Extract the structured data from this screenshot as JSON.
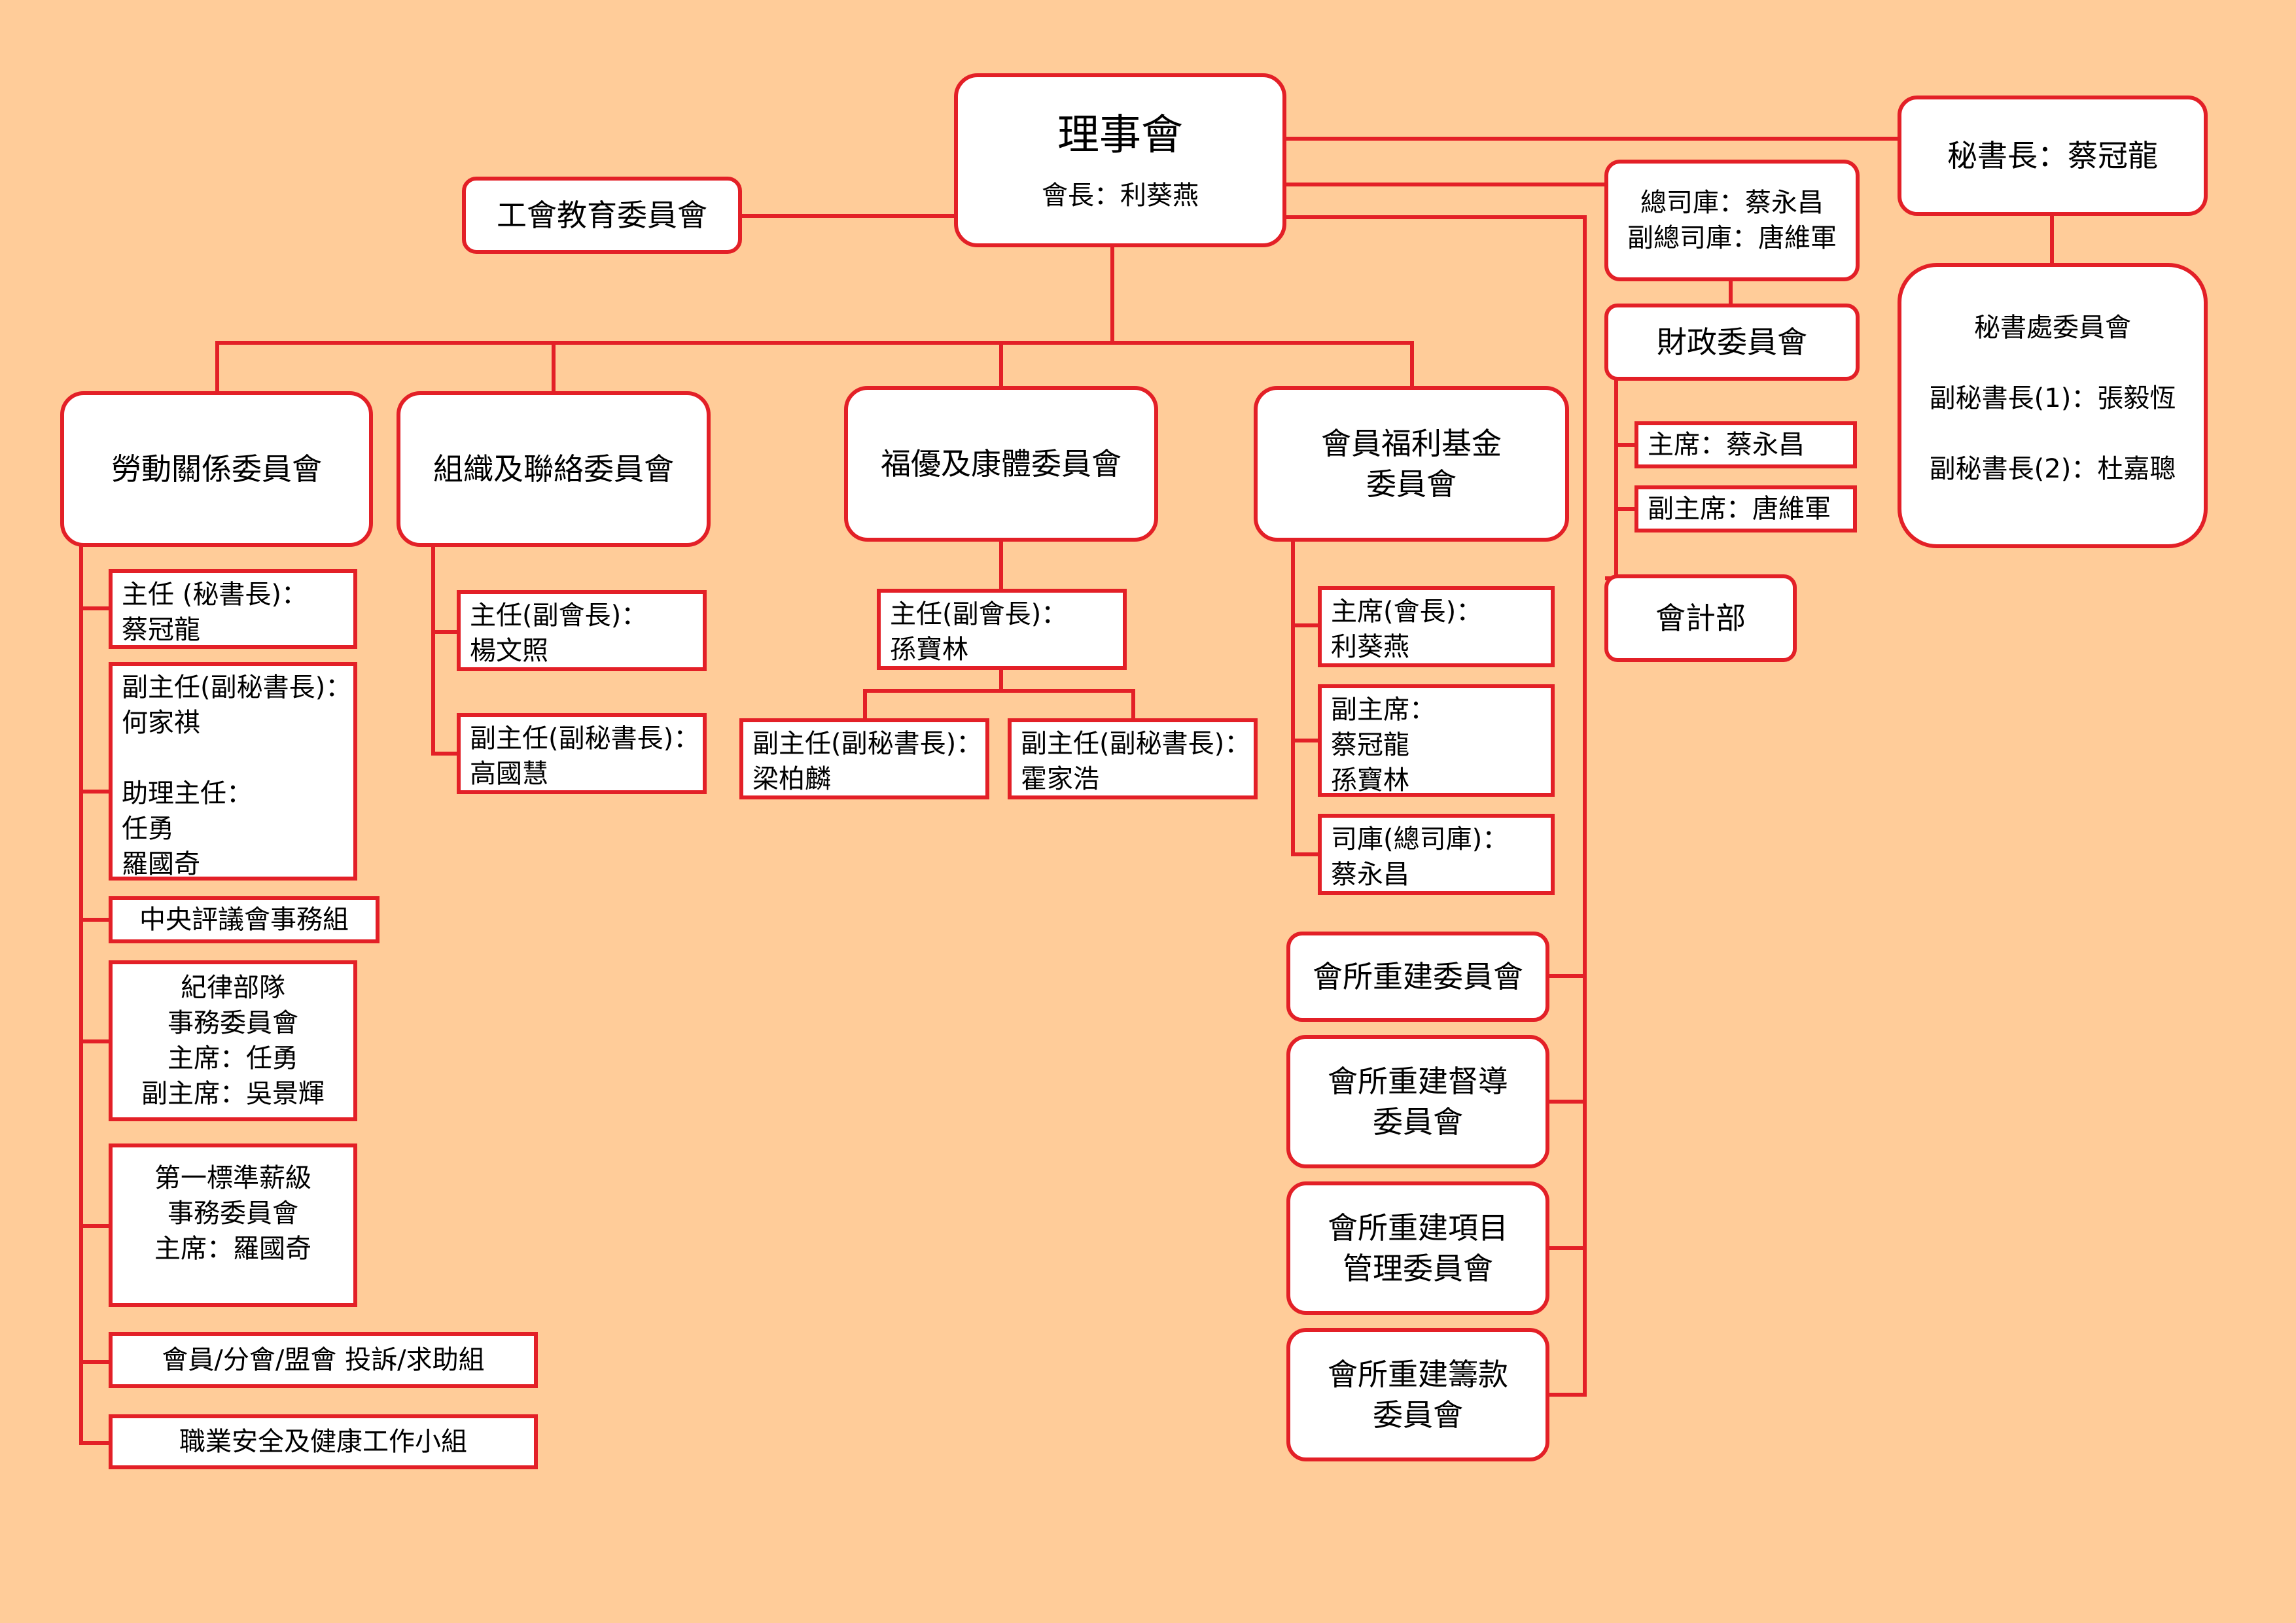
{
  "theme": {
    "background": "#FFCC99",
    "line": "#E32027",
    "box_fill": "#FFFFFF"
  },
  "board": {
    "title": "理事會",
    "subtitle": "會長：利葵燕"
  },
  "education": {
    "label": "工會教育委員會"
  },
  "secretary_general": {
    "label": "秘書長：蔡冠龍"
  },
  "secretariat": {
    "label": "秘書處委員會\n\n副秘書長(1)：張毅恆\n\n副秘書長(2)：杜嘉聰"
  },
  "treasurer": {
    "label": "總司庫：蔡永昌\n副總司庫：唐維軍"
  },
  "finance": {
    "label": "財政委員會",
    "chair": "主席：蔡永昌",
    "vice_chair": "副主席：唐維軍",
    "accounting": "會計部"
  },
  "labour": {
    "label": "勞動關係委員會",
    "director": "主任  (秘書長)：\n        蔡冠龍",
    "deputies": "副主任(副秘書長)：\n        何家祺\n\n助理主任：\n            任勇\n            羅國奇",
    "central_council": "中央評議會事務組",
    "disciplined": "紀律部隊\n事務委員會\n主席：任勇\n副主席：吳景輝",
    "first_pay": "第一標準薪級\n事務委員會\n主席：羅國奇",
    "complaints": "會員/分會/盟會  投訴/求助組",
    "safety": "職業安全及健康工作小組"
  },
  "organization": {
    "label": "組織及聯絡委員會",
    "director": "主任(副會長)：\n      楊文照",
    "deputy": "副主任(副秘書長)：\n      高國慧"
  },
  "welfare": {
    "label": "福優及康體委員會",
    "director": "主任(副會長)：\n      孫寶林",
    "deputy1": "副主任(副秘書長)：\n      梁柏麟",
    "deputy2": "副主任(副秘書長)：\n      霍家浩"
  },
  "fund": {
    "label": "會員福利基金\n委員會",
    "chair": "主席(會長)：\n        利葵燕",
    "vice_chair": "副主席：\n          蔡冠龍\n          孫寶林",
    "treasurer": "司庫(總司庫)：\n          蔡永昌"
  },
  "rebuild": {
    "committee": "會所重建委員會",
    "supervisory": "會所重建督導\n委員會",
    "project": "會所重建項目\n管理委員會",
    "fundraising": "會所重建籌款\n委員會"
  }
}
